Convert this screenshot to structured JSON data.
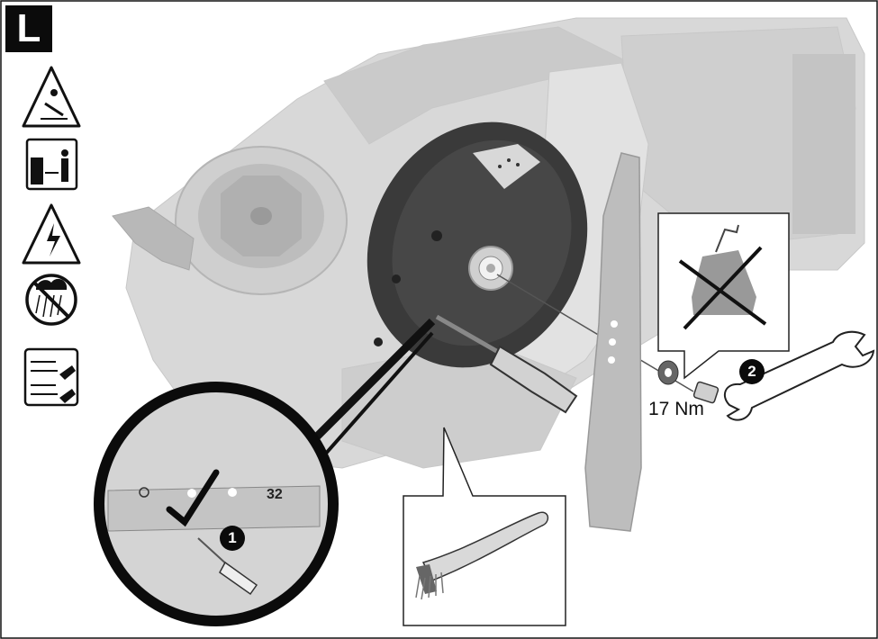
{
  "panel": {
    "letter": "L"
  },
  "callouts": {
    "step1": "1",
    "step2": "2",
    "torque": "17 Nm",
    "blade_mark": "32"
  },
  "warning_icons": [
    "thrown-objects-warning-icon",
    "keep-distance-icon",
    "electric-shock-warning-icon",
    "no-rain-icon",
    "read-manual-icon"
  ],
  "insets": [
    "no-lubricant-inset",
    "cleaning-brush-inset",
    "magnified-blade-alignment-inset"
  ],
  "colors": {
    "line": "#1a1a1a",
    "body_light": "#d6d6d6",
    "body_mid": "#c2c2c2",
    "disc_dark": "#3c3c3c",
    "blade": "#bdbdbd"
  }
}
